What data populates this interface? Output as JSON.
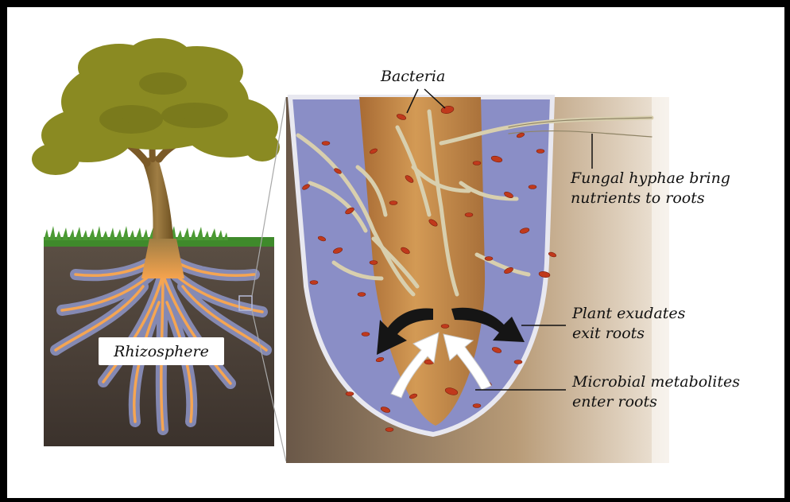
{
  "labels": {
    "bacteria": "Bacteria",
    "fungal_line1": "Fungal hyphae bring",
    "fungal_line2": "nutrients to roots",
    "exudates_line1": "Plant exudates",
    "exudates_line2": "exit roots",
    "metabolites_line1": "Microbial metabolites",
    "metabolites_line2": "enter roots",
    "rhizosphere": "Rhizosphere"
  },
  "colors": {
    "foliage": "#8a8a22",
    "trunk": "#8d6a32",
    "grass": "#3d8a2a",
    "soil": "#4a3f37",
    "root_glow": "#f4a852",
    "rhizosphere_halo": "#8f96c8",
    "root_tip": "#c98a45",
    "bacteria": "#c0391c",
    "hyphae": "#d8cfae",
    "exudate_arrow": "#151515",
    "metabolite_arrow": "#ffffff"
  }
}
